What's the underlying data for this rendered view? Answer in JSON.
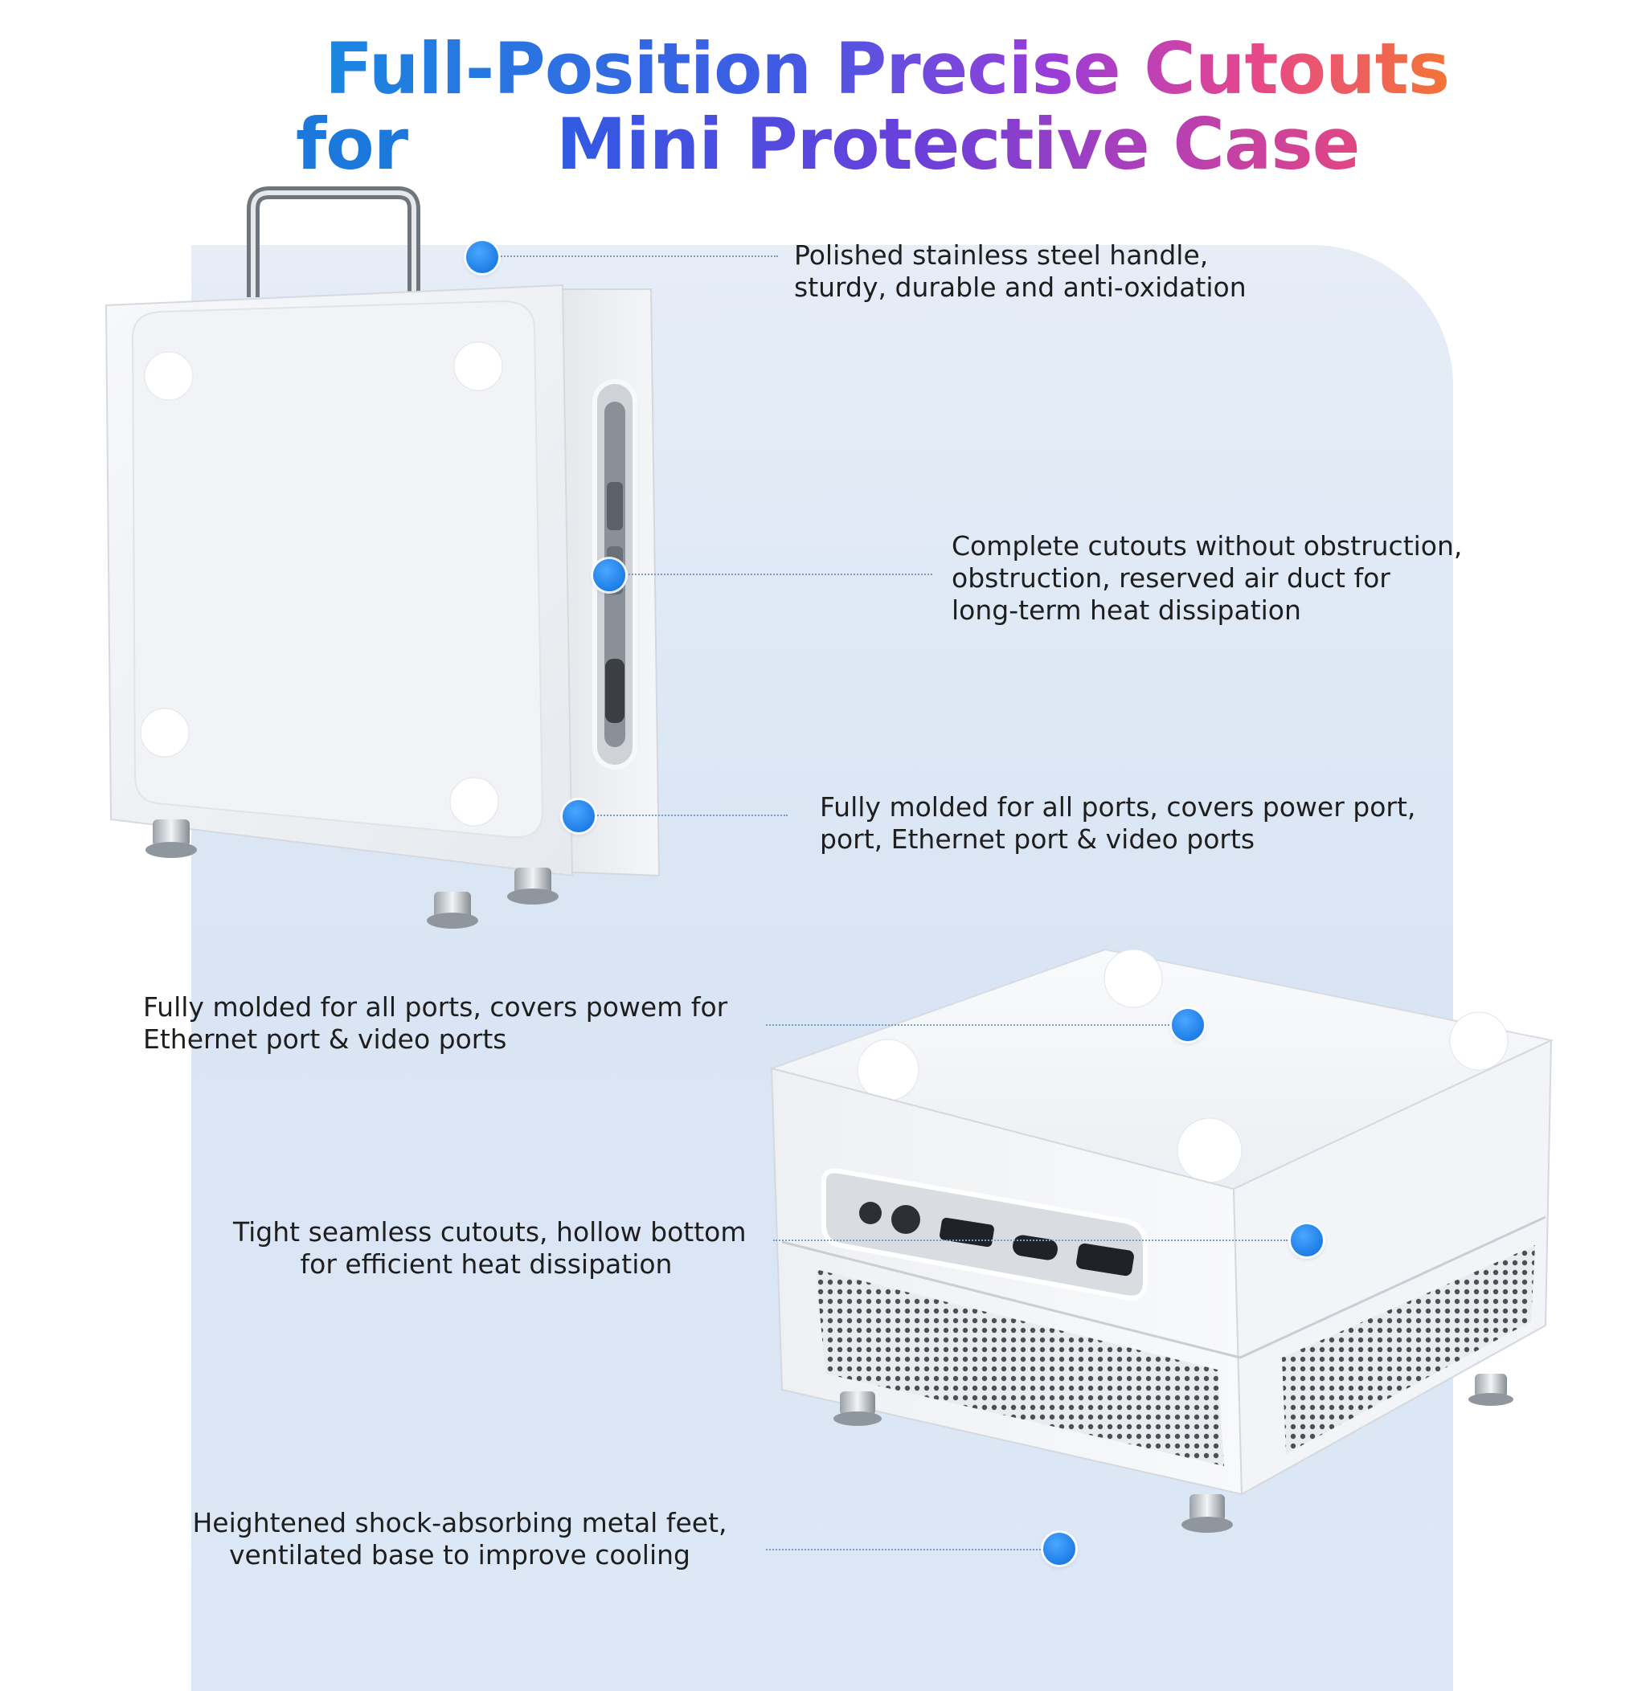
{
  "heading": {
    "line1": "Full-Position Precise Cutouts",
    "line2_left": "for",
    "line2_right": "Mini Protective Case"
  },
  "callouts": [
    {
      "lines": [
        "Polished stainless steel handle,",
        "sturdy, durable and anti-oxidation"
      ]
    },
    {
      "lines": [
        "Complete cutouts without obstruction,",
        "obstruction, reserved air duct for",
        "long-term heat dissipation"
      ]
    },
    {
      "lines": [
        "Fully molded for all ports, covers power port,",
        "port, Ethernet port & video ports"
      ]
    },
    {
      "lines": [
        "Fully molded for all ports, covers powem for",
        "Ethernet port & video ports"
      ]
    },
    {
      "lines": [
        "Tight seamless cutouts, hollow bottom",
        "for efficient heat dissipation"
      ]
    },
    {
      "lines": [
        "Heightened shock-absorbing metal feet,",
        "ventilated base to improve cooling"
      ]
    }
  ],
  "colors": {
    "accent_blue": "#1e7ee6",
    "panel_bg": "#dde7f5",
    "text": "#1e1e1e"
  },
  "icons": [
    "product-vertical-case-image",
    "product-horizontal-case-image",
    "callout-dot-icon"
  ]
}
